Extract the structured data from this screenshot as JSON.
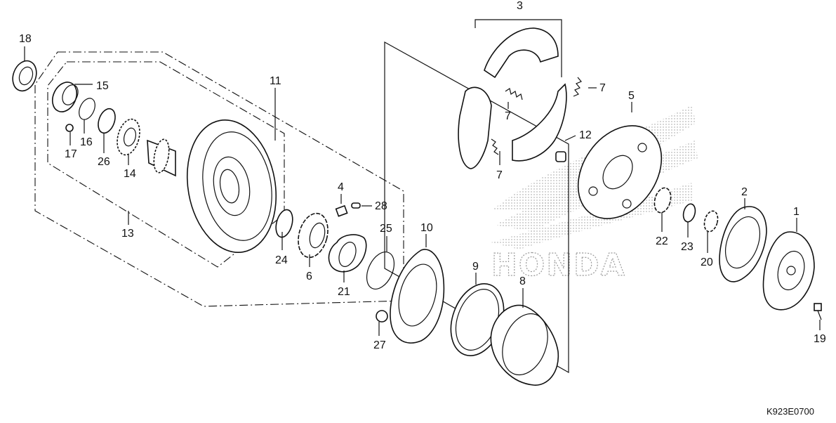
{
  "diagram": {
    "watermark_text": "HONDA",
    "reference_code": "K923E0700",
    "callouts": [
      "1",
      "2",
      "3",
      "4",
      "5",
      "6",
      "7",
      "7",
      "7",
      "7",
      "8",
      "9",
      "10",
      "11",
      "12",
      "13",
      "14",
      "15",
      "16",
      "17",
      "18",
      "19",
      "20",
      "21",
      "22",
      "23",
      "24",
      "25",
      "26",
      "27",
      "28"
    ]
  }
}
